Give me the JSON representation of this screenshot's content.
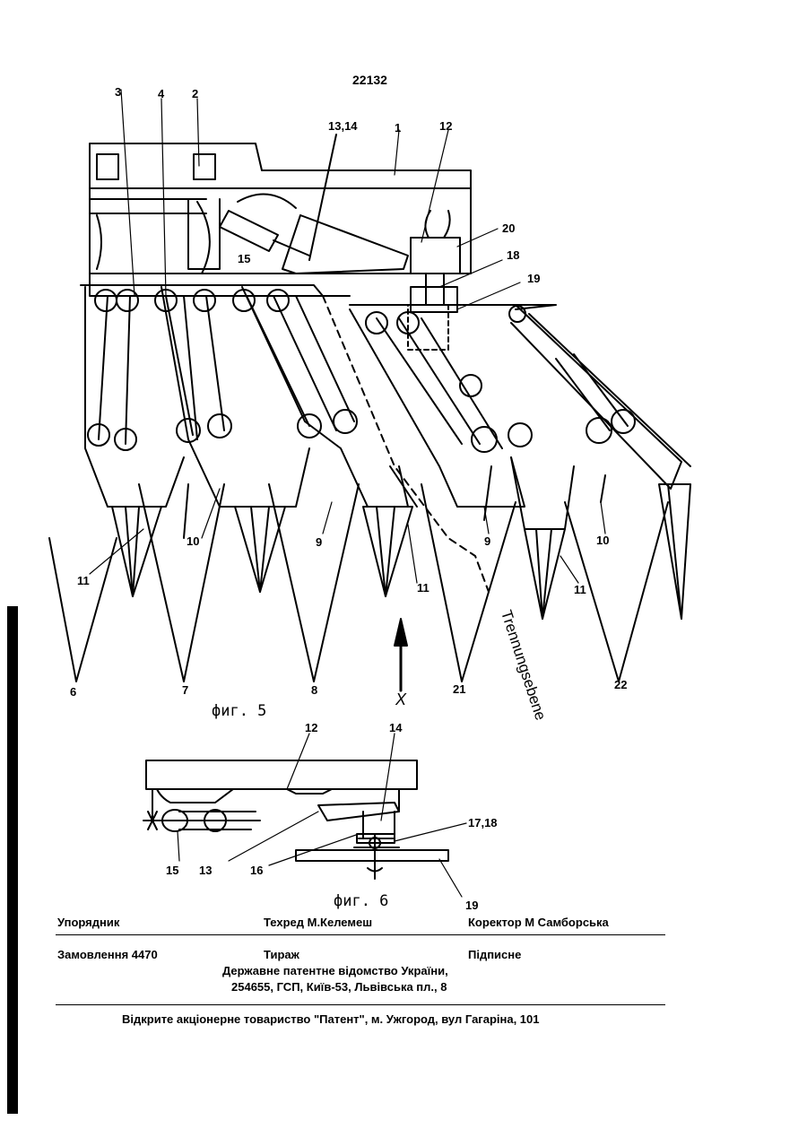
{
  "page_number": "22132",
  "fig5": {
    "labels": {
      "l3": "3",
      "l4": "4",
      "l2": "2",
      "l1314": "13,14",
      "l1": "1",
      "l12": "12",
      "l20": "20",
      "l18": "18",
      "l19": "19",
      "l15": "15",
      "l10a": "10",
      "l9a": "9",
      "l9b": "9",
      "l10b": "10",
      "l11a": "11",
      "l11b": "11",
      "l11c": "11",
      "l6": "6",
      "l7": "7",
      "l8": "8",
      "l21": "21",
      "l22": "22",
      "x": "X"
    },
    "separation_plane": "Trennungsebene",
    "caption": "фиг. 5"
  },
  "fig6": {
    "labels": {
      "l12": "12",
      "l14": "14",
      "l1718": "17,18",
      "l15": "15",
      "l13": "13",
      "l16": "16",
      "l19": "19"
    },
    "caption": "фиг. 6"
  },
  "footer": {
    "compiler": "Упорядник",
    "techred": "Техред М.Келемеш",
    "corrector": "Коректор М  Самборська",
    "order": "Замовлення  4470",
    "circulation": "Тираж",
    "subscription": "Підписне",
    "office_line1": "Державне  патентне  відомство  України,",
    "office_line2": "254655, ГСП, Київ-53, Львівська пл., 8",
    "printer": "Відкрите акціонерне товариство \"Патент\", м. Ужгород, вул Гагаріна, 101"
  }
}
